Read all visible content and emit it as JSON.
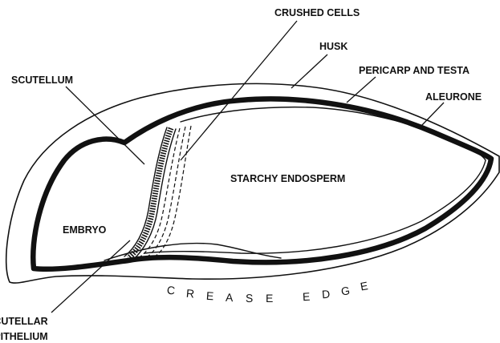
{
  "diagram": {
    "labels": {
      "crushed_cells": "CRUSHED CELLS",
      "husk": "HUSK",
      "pericarp_testa": "PERICARP AND TESTA",
      "aleurone": "ALEURONE",
      "scutellum": "SCUTELLUM",
      "starchy_endosperm": "STARCHY ENDOSPERM",
      "embryo": "EMBRYO",
      "scutellar_epithelium_line1": "SCUTELLAR",
      "scutellar_epithelium_line2": "EPITHELIUM"
    },
    "crease_edge_letters": [
      "C",
      "R",
      "E",
      "A",
      "S",
      "E",
      "E",
      "D",
      "G",
      "E"
    ]
  }
}
